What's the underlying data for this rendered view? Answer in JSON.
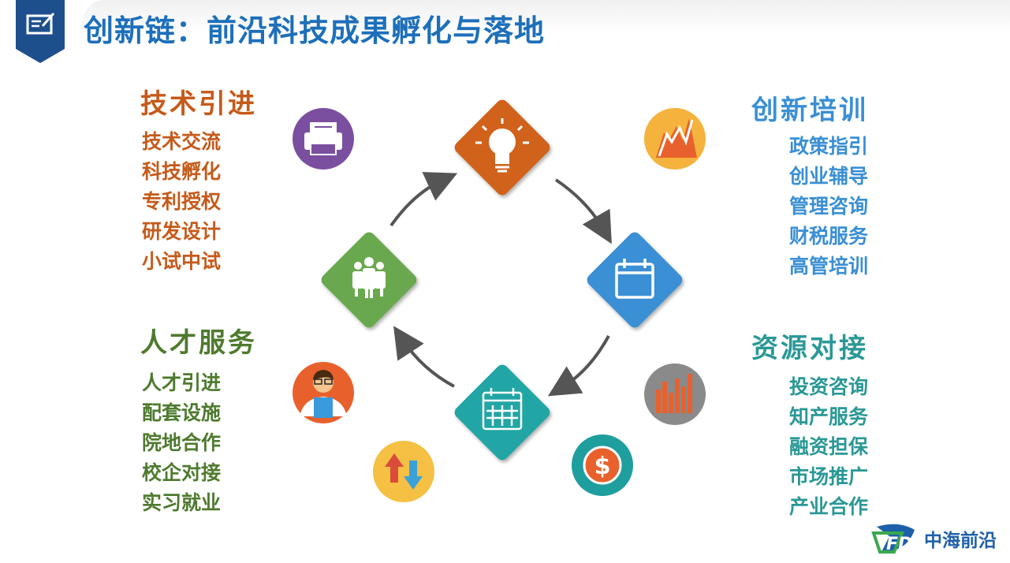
{
  "header": {
    "title": "创新链：前沿科技成果孵化与落地",
    "icon": "edit-note-icon"
  },
  "sections": {
    "tech_intro": {
      "heading": "技术引进",
      "items": [
        "技术交流",
        "科技孵化",
        "专利授权",
        "研发设计",
        "小试中试"
      ]
    },
    "talent": {
      "heading": "人才服务",
      "items": [
        "人才引进",
        "配套设施",
        "院地合作",
        "校企对接",
        "实习就业"
      ]
    },
    "training": {
      "heading": "创新培训",
      "items": [
        "政策指引",
        "创业辅导",
        "管理咨询",
        "财税服务",
        "高管培训"
      ]
    },
    "resources": {
      "heading": "资源对接",
      "items": [
        "投资咨询",
        "知产服务",
        "融资担保",
        "市场推广",
        "产业合作"
      ]
    }
  },
  "logo": {
    "text": "中海前沿"
  },
  "colors": {
    "title": "#1d6fba",
    "orange": "#c55a1a",
    "green": "#4e7a2e",
    "blue": "#3a8fd4",
    "teal": "#2a9896",
    "diamond_top": "#d0621e",
    "diamond_right": "#3a8fd4",
    "diamond_bottom": "#22a5a5",
    "diamond_left": "#6aa84f"
  }
}
